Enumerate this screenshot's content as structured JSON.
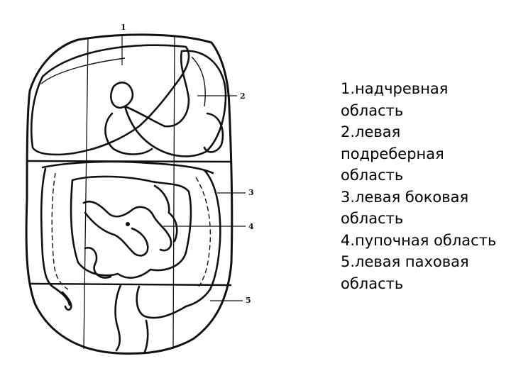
{
  "figure": {
    "region_numbers": [
      "1",
      "2",
      "3",
      "4",
      "5"
    ]
  },
  "legend": {
    "items": [
      "1.надчревная область",
      "2.левая подреберная область",
      "3.левая боковая область",
      "4.пупочная область",
      "5.левая паховая область"
    ]
  }
}
